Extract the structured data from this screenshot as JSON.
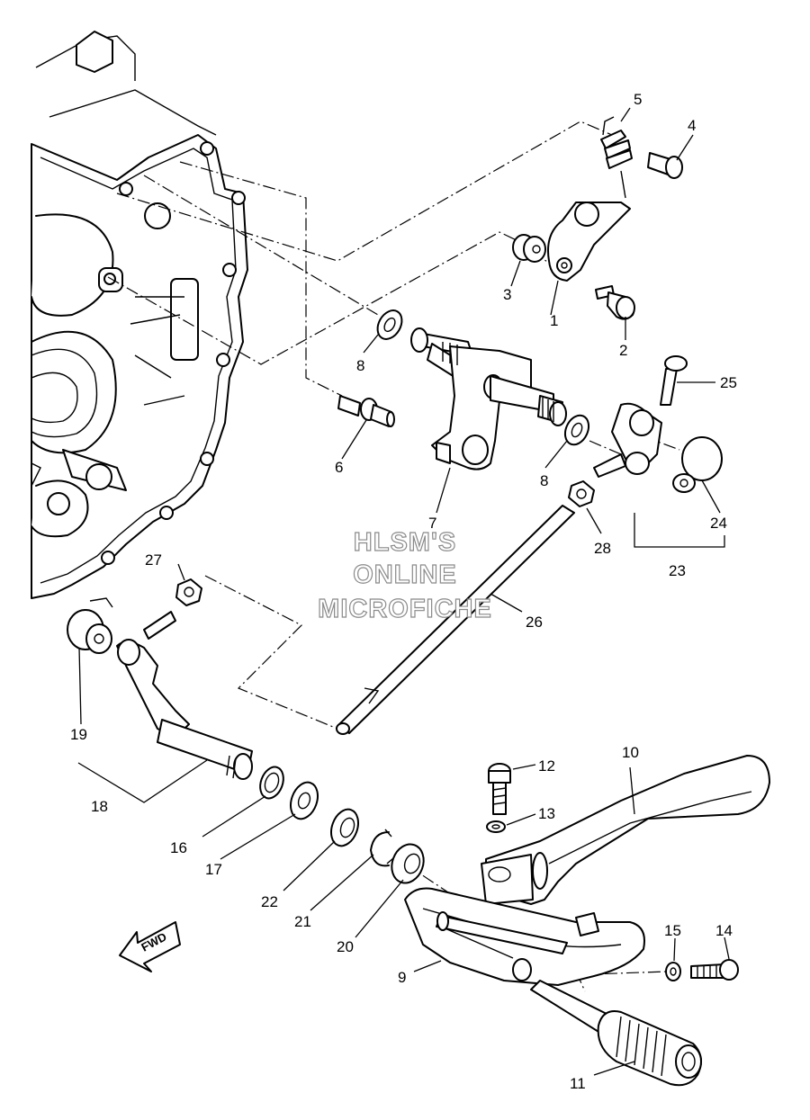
{
  "watermark": {
    "line1": "HLSM'S",
    "line2": "ONLINE",
    "line3": "MICROFICHE"
  },
  "direction_label": "FWD",
  "callouts": {
    "c1": "1",
    "c2": "2",
    "c3": "3",
    "c4": "4",
    "c5": "5",
    "c6": "6",
    "c7": "7",
    "c8a": "8",
    "c8b": "8",
    "c9": "9",
    "c10": "10",
    "c11": "11",
    "c12": "12",
    "c13": "13",
    "c14": "14",
    "c15": "15",
    "c16": "16",
    "c17": "17",
    "c18": "18",
    "c19": "19",
    "c20": "20",
    "c21": "21",
    "c22": "22",
    "c23": "23",
    "c24": "24",
    "c25": "25",
    "c26": "26",
    "c27": "27",
    "c28": "28"
  }
}
